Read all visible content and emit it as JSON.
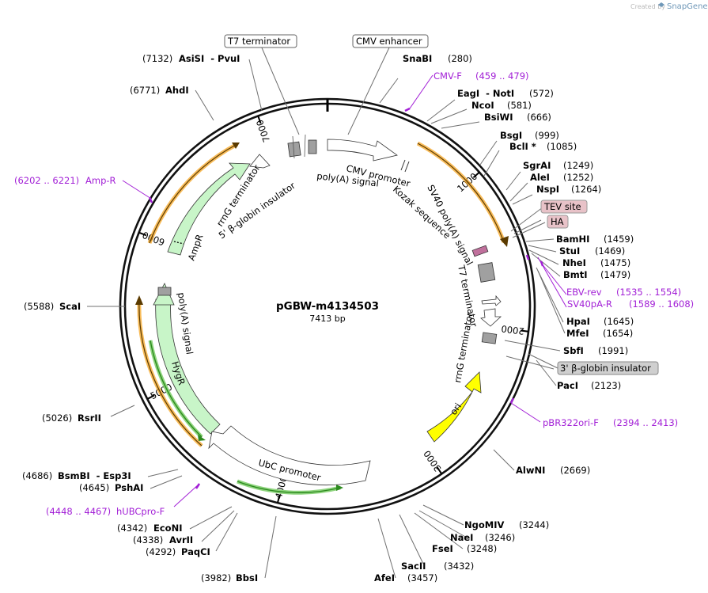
{
  "plasmid": {
    "name": "pGBW-m4134503",
    "length_label": "7413 bp",
    "length": 7413
  },
  "credit": {
    "created_by": "Created by",
    "brand": "SnapGene"
  },
  "ticks": [
    {
      "bp": 1000,
      "label": "1000"
    },
    {
      "bp": 2000,
      "label": "2000"
    },
    {
      "bp": 3000,
      "label": "3000"
    },
    {
      "bp": 4000,
      "label": "4000"
    },
    {
      "bp": 5000,
      "label": "5000"
    },
    {
      "bp": 6000,
      "label": "6000"
    },
    {
      "bp": 7000,
      "label": "7000"
    }
  ],
  "sites": [
    {
      "name": "SnaBI",
      "pos": "(280)",
      "bp": 280
    },
    {
      "name": "EagI  - NotI",
      "pos": "(572)",
      "bp": 572
    },
    {
      "name": "NcoI",
      "pos": "(581)",
      "bp": 581
    },
    {
      "name": "BsiWI",
      "pos": "(666)",
      "bp": 666
    },
    {
      "name": "BsgI",
      "pos": "(999)",
      "bp": 999
    },
    {
      "name": "BclI *",
      "pos": "(1085)",
      "bp": 1085
    },
    {
      "name": "SgrAI",
      "pos": "(1249)",
      "bp": 1249
    },
    {
      "name": "AleI",
      "pos": "(1252)",
      "bp": 1252
    },
    {
      "name": "NspI",
      "pos": "(1264)",
      "bp": 1264
    },
    {
      "name": "BamHI",
      "pos": "(1459)",
      "bp": 1459
    },
    {
      "name": "StuI",
      "pos": "(1469)",
      "bp": 1469
    },
    {
      "name": "NheI",
      "pos": "(1475)",
      "bp": 1475
    },
    {
      "name": "BmtI",
      "pos": "(1479)",
      "bp": 1479
    },
    {
      "name": "HpaI",
      "pos": "(1645)",
      "bp": 1645
    },
    {
      "name": "MfeI",
      "pos": "(1654)",
      "bp": 1654
    },
    {
      "name": "SbfI",
      "pos": "(1991)",
      "bp": 1991
    },
    {
      "name": "PacI",
      "pos": "(2123)",
      "bp": 2123
    },
    {
      "name": "AlwNI",
      "pos": "(2669)",
      "bp": 2669
    },
    {
      "name": "NgoMIV",
      "pos": "(3244)",
      "bp": 3244
    },
    {
      "name": "NaeI",
      "pos": "(3246)",
      "bp": 3246
    },
    {
      "name": "FseI",
      "pos": "(3248)",
      "bp": 3248
    },
    {
      "name": "SacII",
      "pos": "(3432)",
      "bp": 3432
    },
    {
      "name": "AfeI",
      "pos": "(3457)",
      "bp": 3457
    },
    {
      "name": "BbsI",
      "pos": "(3982)",
      "bp": 3982
    },
    {
      "name": "PaqCI",
      "pos": "(4292)",
      "bp": 4292
    },
    {
      "name": "AvrII",
      "pos": "(4338)",
      "bp": 4338
    },
    {
      "name": "EcoNI",
      "pos": "(4342)",
      "bp": 4342
    },
    {
      "name": "PshAI",
      "pos": "(4645)",
      "bp": 4645
    },
    {
      "name": "BsmBI  - Esp3I",
      "pos": "(4686)",
      "bp": 4686
    },
    {
      "name": "RsrII",
      "pos": "(5026)",
      "bp": 5026
    },
    {
      "name": "ScaI",
      "pos": "(5588)",
      "bp": 5588
    },
    {
      "name": "AhdI",
      "pos": "(6771)",
      "bp": 6771
    },
    {
      "name": "AsiSI  - PvuI",
      "pos": "(7132)",
      "bp": 7132
    }
  ],
  "primers": [
    {
      "name": "CMV-F",
      "range": "(459 .. 479)"
    },
    {
      "name": "EBV-rev",
      "range": "(1535 .. 1554)"
    },
    {
      "name": "SV40pA-R",
      "range": "(1589 .. 1608)"
    },
    {
      "name": "pBR322ori-F",
      "range": "(2394 .. 2413)"
    },
    {
      "name": "hUBCpro-F",
      "range": "(4448 .. 4467)"
    },
    {
      "name": "Amp-R",
      "range": "(6202 .. 6221)"
    }
  ],
  "boxed": [
    {
      "label": "T7 terminator",
      "style": "white"
    },
    {
      "label": "CMV enhancer",
      "style": "white"
    },
    {
      "label": "TEV site",
      "style": "pink"
    },
    {
      "label": "HA",
      "style": "pink"
    },
    {
      "label": "3' β-globin insulator",
      "style": "gray"
    }
  ],
  "features": [
    {
      "label": "CMV promoter",
      "color": "#ffffff"
    },
    {
      "label": "poly(A) signal",
      "color": "#ffffff"
    },
    {
      "label": "Kozak sequence",
      "color": "#ffffff"
    },
    {
      "label": "SV40 poly(A) signal",
      "color": "#ffffff"
    },
    {
      "label": "T7 terminator",
      "color": "#a0a0a0"
    },
    {
      "label": "rrnG terminator",
      "color": "#ffffff"
    },
    {
      "label": "ori",
      "color": "#ffff00"
    },
    {
      "label": "UbC promoter",
      "color": "#ffffff"
    },
    {
      "label": "HygR",
      "color": "#c8f5c8"
    },
    {
      "label": "poly(A) signal",
      "color": "#a0a0a0"
    },
    {
      "label": "AmpR",
      "color": "#c8f5c8"
    },
    {
      "label": "rrnG terminator",
      "color": "#ffffff"
    },
    {
      "label": "5' β-globin insulator",
      "color": "#a0a0a0"
    }
  ],
  "colors": {
    "primer": "#a21fd6",
    "orf": "#f5a623",
    "orf_inner": "#2c8a1e",
    "ori": "#ffff00",
    "resistance": "#c8f5c8",
    "tag_box": "#e8c2c8",
    "gray_box": "#cfcfcf"
  }
}
